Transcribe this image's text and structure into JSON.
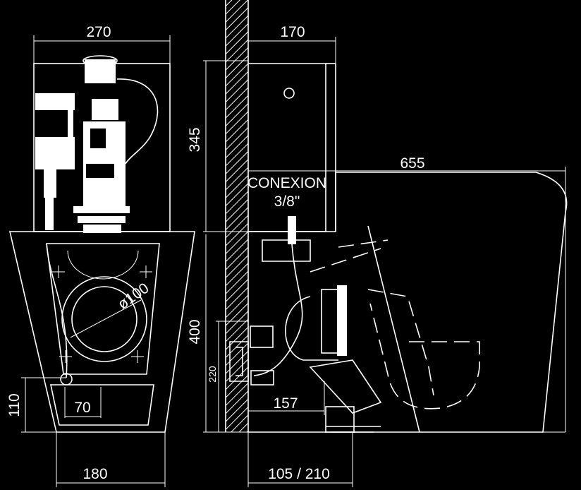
{
  "dimensions": {
    "width_top": "270",
    "depth_tank": "170",
    "height_tank": "345",
    "total_length": "655",
    "connection_label": "CONEXION",
    "connection_size": "3/8\"",
    "drain_diameter": "ø100",
    "height_bowl": "400",
    "inlet_height": "220",
    "inlet_offset": "157",
    "outlet_side": "70",
    "outlet_height": "110",
    "base_width": "180",
    "wall_distance": "105 / 210"
  },
  "colors": {
    "background": "#000000",
    "line": "#ffffff"
  }
}
